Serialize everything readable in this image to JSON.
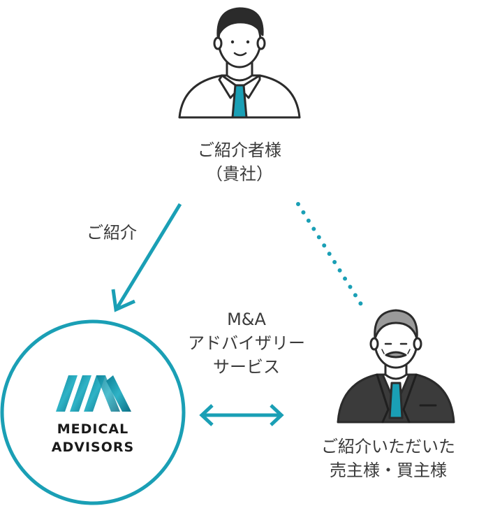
{
  "referrer": {
    "line1": "ご紹介者様",
    "line2": "（貴社）"
  },
  "arrow_label": "ご紹介",
  "service": {
    "line1": "M&A",
    "line2": "アドバイザリー",
    "line3": "サービス"
  },
  "seller": {
    "line1": "ご紹介いただいた",
    "line2": "売主様・買主様"
  },
  "logo": {
    "line1": "MEDICAL",
    "line2": "ADVISORS"
  },
  "colors": {
    "accent": "#1a9fb5",
    "tie": "#1a9fb5",
    "suit": "#3b3b3b",
    "outline": "#2b2b2b"
  }
}
